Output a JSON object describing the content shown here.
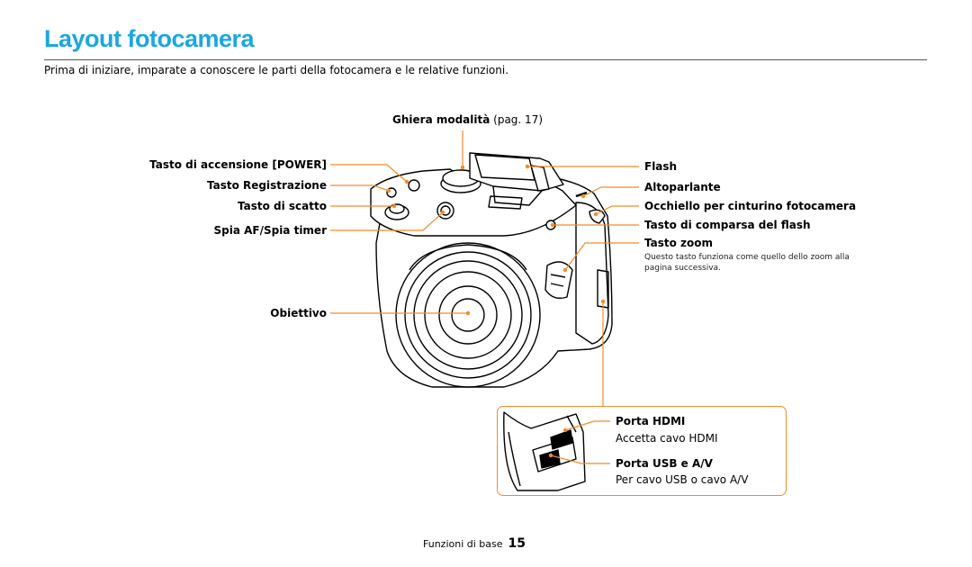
{
  "page": {
    "title": "Layout fotocamera",
    "intro": "Prima di iniziare, imparate a conoscere le parti della fotocamera e le relative funzioni."
  },
  "labels": {
    "ghiera_bold": "Ghiera modalità",
    "ghiera_ref": " (pag. 17)",
    "power": "Tasto di accensione [POWER]",
    "registrazione": "Tasto Registrazione",
    "scatto": "Tasto di scatto",
    "spia": "Spia AF/Spia timer",
    "obiettivo": "Obiettivo",
    "flash": "Flash",
    "altoparlante": "Altoparlante",
    "occhiello": "Occhiello per cinturino fotocamera",
    "comparsa_flash": "Tasto di comparsa del flash",
    "zoom": "Tasto zoom",
    "zoom_desc": "Questo tasto funziona come quello dello zoom alla pagina successiva.",
    "hdmi": "Porta HDMI",
    "hdmi_desc": "Accetta cavo HDMI",
    "usb": "Porta USB e A/V",
    "usb_desc": "Per cavo USB o cavo A/V"
  },
  "footer": {
    "section": "Funzioni di base",
    "page_number": "15"
  },
  "colors": {
    "title": "#1ba7e1",
    "leader": "#f28c28"
  }
}
